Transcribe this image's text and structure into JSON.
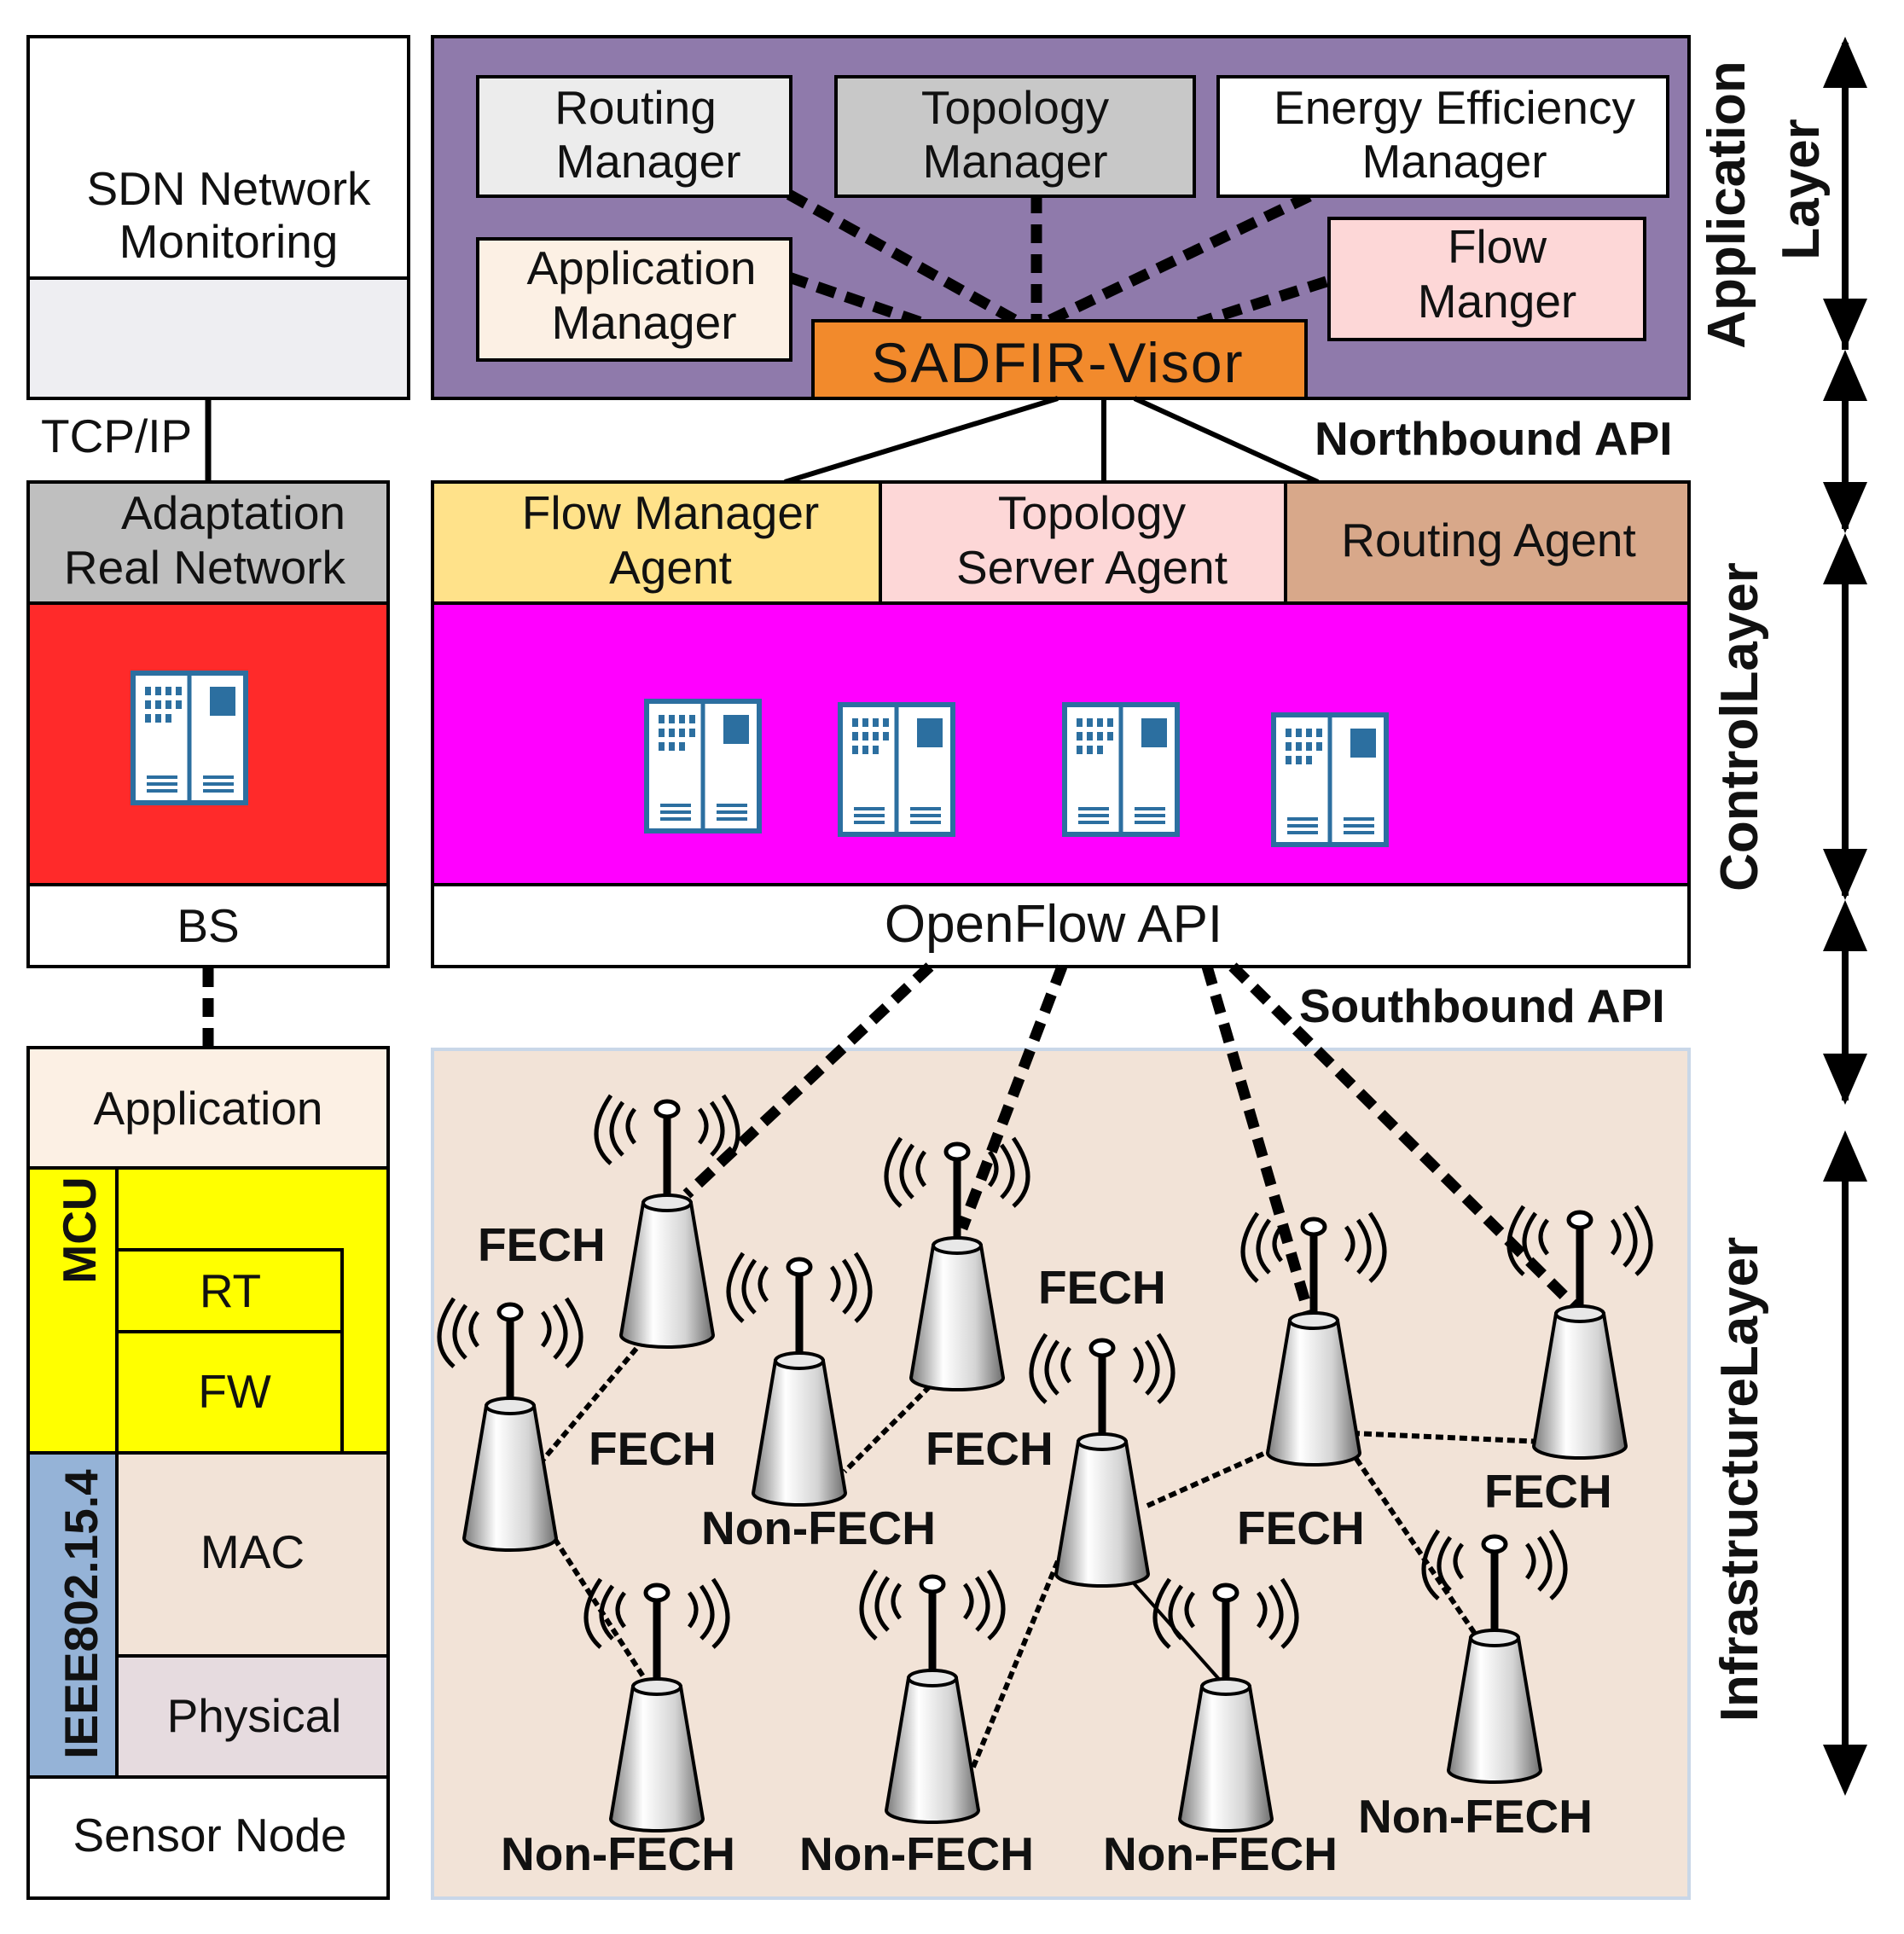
{
  "monitoring": {
    "title_line1": "SDN Network",
    "title_line2": "Monitoring",
    "link_label": "TCP/IP"
  },
  "adaptation": {
    "line1": "Adaptation",
    "line2": "Real Network",
    "bs_label": "BS"
  },
  "sensor_node": {
    "application": "Application",
    "mcu": "MCU",
    "rt": "RT",
    "fw": "FW",
    "ieee": "IEEE802.15.4",
    "mac": "MAC",
    "physical": "Physical",
    "footer": "Sensor Node"
  },
  "application_layer": {
    "routing_manager": [
      "Routing",
      "Manager"
    ],
    "topology_manager": [
      "Topology",
      "Manager"
    ],
    "energy_manager": [
      "Energy Efficiency",
      "Manager"
    ],
    "application_manager": [
      "Application",
      "Manager"
    ],
    "flow_manager": [
      "Flow",
      "Manger"
    ],
    "visor": "SADFIR-Visor"
  },
  "northbound": "Northbound API",
  "control_layer": {
    "flow_agent": [
      "Flow Manager",
      "Agent"
    ],
    "topology_agent": [
      "Topology",
      "Server Agent"
    ],
    "routing_agent": "Routing Agent",
    "openflow": "OpenFlow API"
  },
  "southbound": "Southbound API",
  "layers": {
    "application": [
      "Application",
      "Layer"
    ],
    "control": "ControlLayer",
    "infrastructure": "InfrastructureLayer"
  },
  "node_labels": {
    "fech_1": "FECH",
    "fech_2": "FECH",
    "fech_3": "FECH",
    "fech_4": "FECH",
    "fech_5": "FECH",
    "fech_6": "FECH",
    "nonfech_1": "Non-FECH",
    "nonfech_2": "Non-FECH",
    "nonfech_3": "Non-FECH",
    "nonfech_4": "Non-FECH",
    "nonfech_5": "Non-FECH"
  },
  "colors": {
    "app_layer_bg": "#8f7aab",
    "visor": "#f28a2c",
    "control_bg": "#ff00ff",
    "flow_agent": "#ffe28a",
    "topology_agent": "#fdd7d7",
    "routing_agent": "#d8a88a",
    "adaptation_header": "#bfbfbf",
    "adaptation_body": "#ff2a2a",
    "infra_bg": "#f2e3d7",
    "mcu": "#ffff00",
    "ieee": "#95b3d7",
    "server": "#2c6fa0"
  },
  "icons": {
    "server": "server-rack-icon",
    "tower": "antenna-tower-icon",
    "arrow": "double-arrow-icon"
  }
}
